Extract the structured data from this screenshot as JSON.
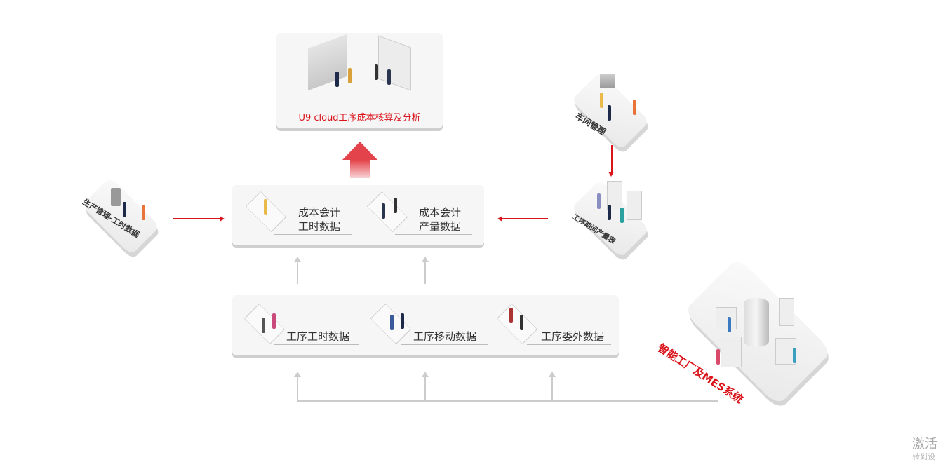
{
  "top_card": {
    "label": "U9 cloud工序成本核算及分析"
  },
  "middle_card": {
    "items": [
      {
        "line1": "成本会计",
        "line2": "工时数据"
      },
      {
        "line1": "成本会计",
        "line2": "产量数据"
      }
    ]
  },
  "bottom_card": {
    "items": [
      "工序工时数据",
      "工序移动数据",
      "工序委外数据"
    ]
  },
  "platforms": {
    "left": "生产管理-工时数据",
    "workshop": "车间管理",
    "output": "工序期间产量表",
    "mes": "智能工厂及MES系统"
  },
  "watermark": {
    "line1": "激活",
    "line2": "转到设"
  },
  "colors": {
    "accent": "#d9141b",
    "line": "#cccccc"
  }
}
